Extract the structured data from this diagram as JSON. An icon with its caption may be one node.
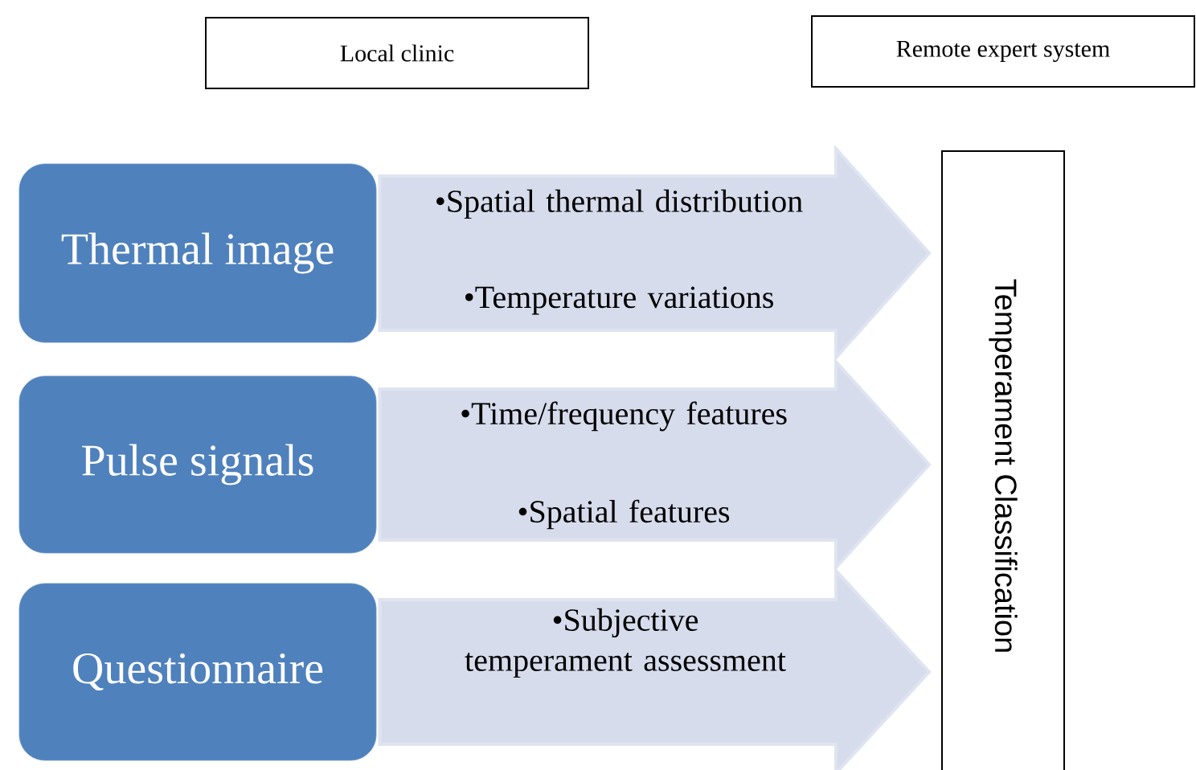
{
  "diagram": {
    "nodes": [
      {
        "text": [
          "Local clinic"
        ]
      },
      {
        "text": [
          "Remote expert system"
        ]
      },
      {
        "text": [
          "Thermal image"
        ]
      },
      {
        "text": [
          "Pulse signals"
        ]
      },
      {
        "text": [
          "Questionnaire"
        ]
      },
      {
        "text": [
          "Temperament Classification"
        ]
      }
    ],
    "edges": [
      {
        "from": 2,
        "to": 5,
        "arrow": "to"
      },
      {
        "from": 3,
        "to": 5,
        "arrow": "to"
      },
      {
        "from": 4,
        "to": 5,
        "arrow": "to"
      }
    ],
    "labels": [
      "•Spatial thermal distribution",
      "•Temperature variations",
      "•Time/frequency features",
      "•Spatial features",
      "•Subjective temperament assessment"
    ]
  }
}
